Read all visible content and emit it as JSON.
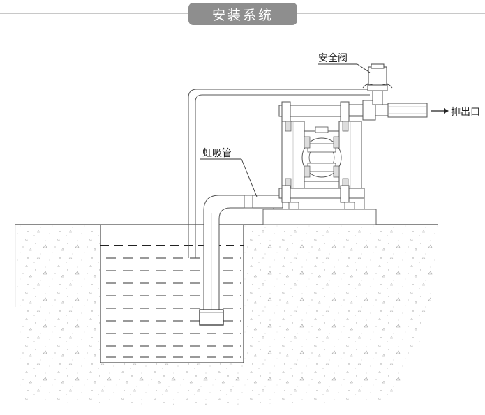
{
  "header": {
    "title": "安装系统"
  },
  "labels": {
    "safety_valve": "安全阀",
    "siphon_pipe": "虹吸管",
    "discharge_outlet": "排出口"
  }
}
